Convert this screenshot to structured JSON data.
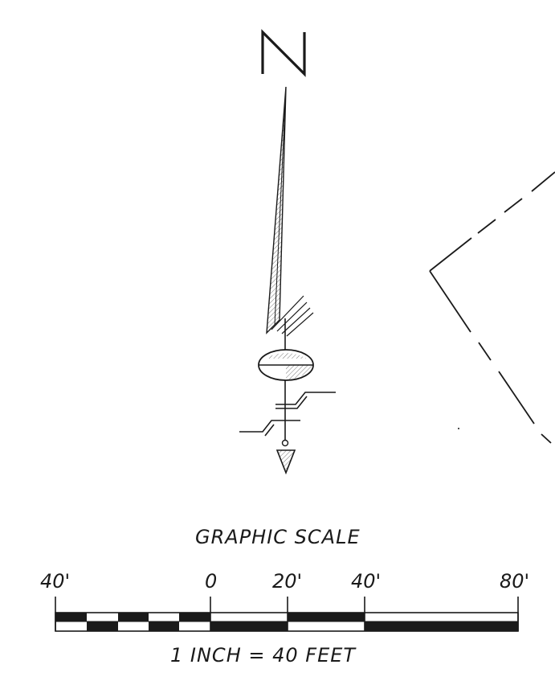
{
  "north_arrow": {
    "letter": "N"
  },
  "graphic_scale": {
    "title": "GRAPHIC SCALE",
    "tick_labels": [
      "40'",
      "0",
      "20'",
      "40'",
      "80'"
    ],
    "ratio_text": "1 INCH = 40 FEET"
  },
  "colors": {
    "ink": "#1a1a1a",
    "hatch": "#9a9a9a",
    "background": "#ffffff"
  }
}
